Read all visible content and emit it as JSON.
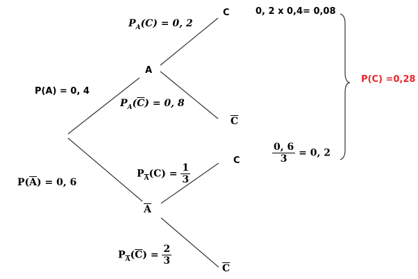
{
  "nodes": {
    "a": "A",
    "a_bar": "A",
    "c_top": "C",
    "c_bar_top": "C",
    "c_bottom": "C",
    "c_bar_bottom": "C"
  },
  "branches": {
    "p_a": "P(A) = 0, 4",
    "p_a_bar": {
      "prefix": "P(",
      "event": "A",
      "suffix": ") = 0, 6"
    },
    "pa_c": {
      "p": "P",
      "sub": "A",
      "open": "(",
      "event": "C",
      "rest": ") = 0, 2"
    },
    "pa_cbar": {
      "p": "P",
      "sub": "A",
      "open": "(",
      "event": "C",
      "rest": ") = 0, 8"
    },
    "pabar_c": {
      "p": "P",
      "sub": "A",
      "open": "(",
      "event": "C",
      "close": ") =",
      "num": "1",
      "den": "3"
    },
    "pabar_cbar": {
      "p": "P",
      "sub": "A",
      "open": "(",
      "event": "C",
      "close": ") =",
      "num": "2",
      "den": "3"
    }
  },
  "calculations": {
    "top_product": "0, 2 x 0,4= 0,08",
    "second": {
      "num": "0, 6",
      "den": "3",
      "rest": "= 0, 2"
    },
    "total": "P(C) =0,28"
  },
  "colors": {
    "total": "#e8262a",
    "lines": "#333333"
  }
}
